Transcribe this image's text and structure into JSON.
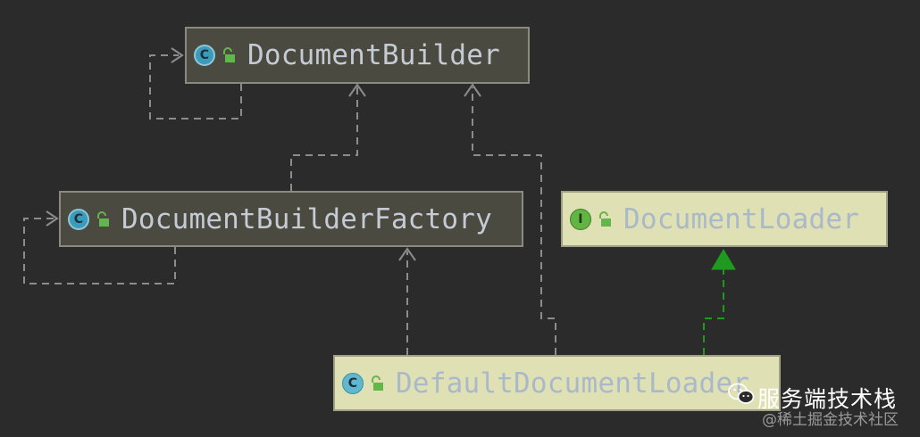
{
  "diagram": {
    "nodes": {
      "document_builder": {
        "label": "DocumentBuilder",
        "kind": "class",
        "badge_text": "C"
      },
      "document_builder_factory": {
        "label": "DocumentBuilderFactory",
        "kind": "class",
        "badge_text": "C"
      },
      "document_loader": {
        "label": "DocumentLoader",
        "kind": "interface",
        "badge_text": "I"
      },
      "default_document_loader": {
        "label": "DefaultDocumentLoader",
        "kind": "class",
        "badge_text": "C"
      }
    },
    "edges": [
      {
        "from": "document_builder",
        "to": "document_builder",
        "type": "dependency-self"
      },
      {
        "from": "document_builder_factory",
        "to": "document_builder_factory",
        "type": "dependency-self"
      },
      {
        "from": "document_builder_factory",
        "to": "document_builder",
        "type": "dependency"
      },
      {
        "from": "default_document_loader",
        "to": "document_builder",
        "type": "dependency"
      },
      {
        "from": "default_document_loader",
        "to": "document_builder_factory",
        "type": "dependency"
      },
      {
        "from": "default_document_loader",
        "to": "document_loader",
        "type": "realization"
      }
    ],
    "colors": {
      "background": "#2b2b2b",
      "dependency_line": "#8c8c8c",
      "realization_line": "#1f9a1f",
      "dark_node_fill": "#4b4a40",
      "light_node_fill": "#dfe0b3"
    }
  },
  "watermark": {
    "title": "服务端技术栈",
    "subtitle": "@稀土掘金技术社区",
    "icon": "wechat-icon"
  }
}
